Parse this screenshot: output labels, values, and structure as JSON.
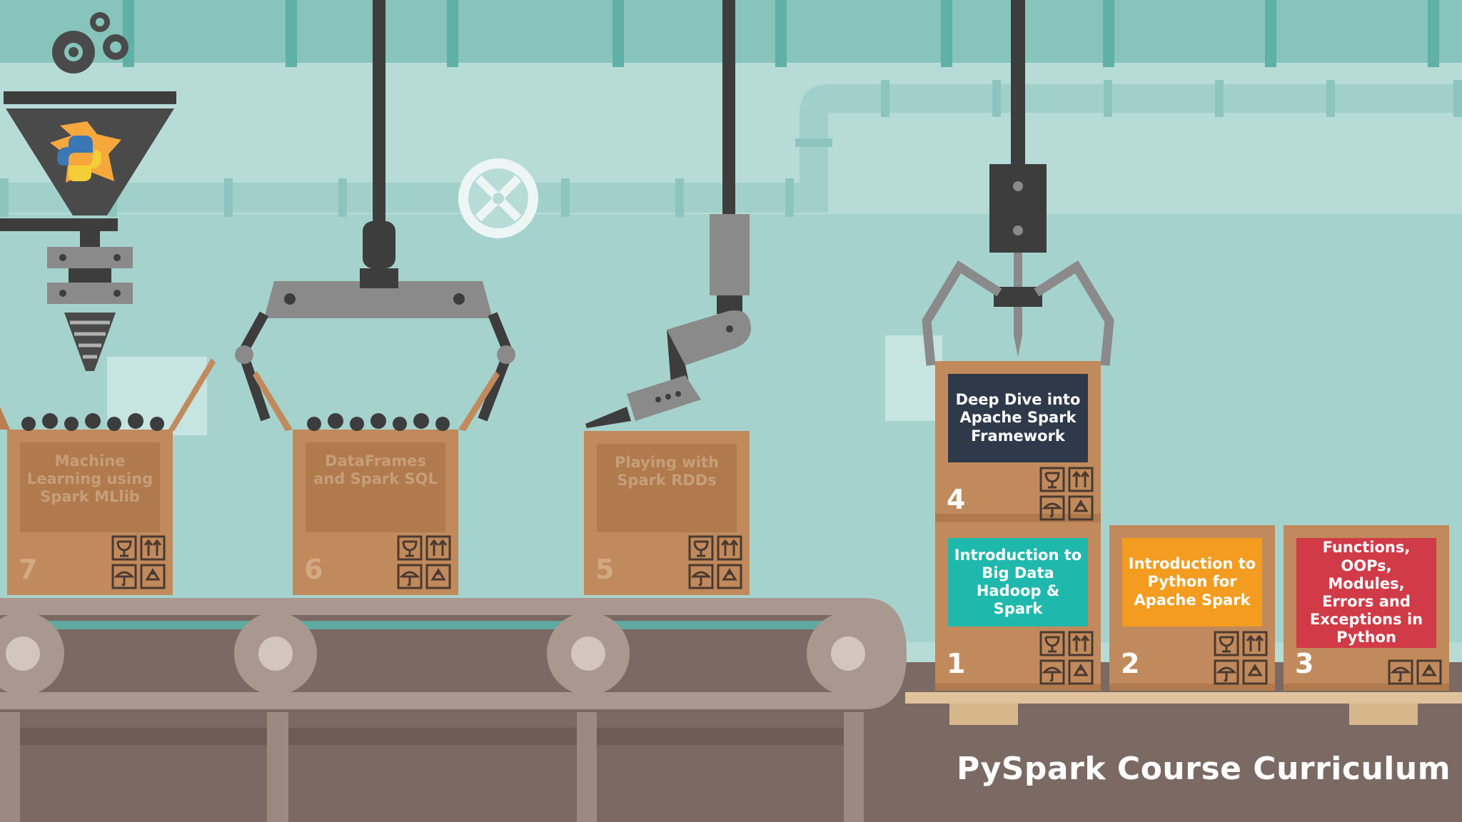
{
  "title": "PySpark Course Curriculum",
  "colors": {
    "sky": "#b7dcd8",
    "pipe": "#8bc4bd",
    "floor": "#7a6a63",
    "box": "#c18a5c",
    "module_1": "#1fb8ad",
    "module_2": "#f39c1f",
    "module_3": "#d13a47",
    "module_4": "#2e3a4a"
  },
  "modules": [
    {
      "number": "1",
      "title": "Introduction to Big Data Hadoop & Spark",
      "color": "#1fb8ad"
    },
    {
      "number": "2",
      "title": "Introduction to Python for Apache Spark",
      "color": "#f39c1f"
    },
    {
      "number": "3",
      "title": "Functions, OOPs, Modules, Errors and Exceptions in Python",
      "color": "#d13a47"
    },
    {
      "number": "4",
      "title": "Deep Dive into Apache Spark Framework",
      "color": "#2e3a4a"
    },
    {
      "number": "5",
      "title": "Playing with Spark RDDs"
    },
    {
      "number": "6",
      "title": "DataFrames and Spark SQL"
    },
    {
      "number": "7",
      "title": "Machine Learning using Spark MLlib"
    }
  ],
  "icons": [
    "gears-icon",
    "python-logo-icon",
    "valve-wheel-icon",
    "fragile-glass-icon",
    "this-way-up-icon",
    "keep-dry-umbrella-icon",
    "recycle-icon"
  ]
}
